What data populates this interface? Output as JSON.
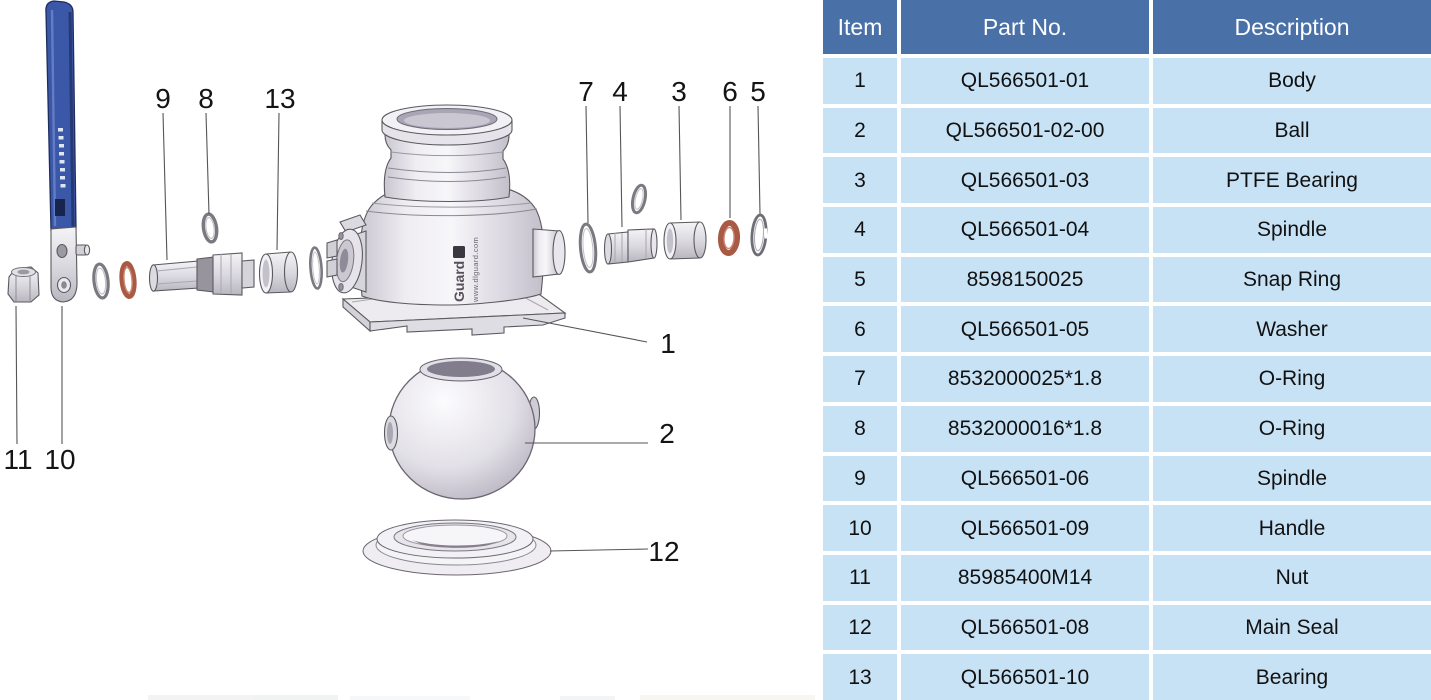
{
  "parts_table": {
    "headers": [
      "Item",
      "Part No.",
      "Description"
    ],
    "rows": [
      [
        "1",
        "QL566501-01",
        "Body"
      ],
      [
        "2",
        "QL566501-02-00",
        "Ball"
      ],
      [
        "3",
        "QL566501-03",
        "PTFE Bearing"
      ],
      [
        "4",
        "QL566501-04",
        "Spindle"
      ],
      [
        "5",
        "8598150025",
        "Snap Ring"
      ],
      [
        "6",
        "QL566501-05",
        "Washer"
      ],
      [
        "7",
        "8532000025*1.8",
        "O-Ring"
      ],
      [
        "8",
        "8532000016*1.8",
        "O-Ring"
      ],
      [
        "9",
        "QL566501-06",
        "Spindle"
      ],
      [
        "10",
        "QL566501-09",
        "Handle"
      ],
      [
        "11",
        "85985400M14",
        "Nut"
      ],
      [
        "12",
        "QL566501-08",
        "Main Seal"
      ],
      [
        "13",
        "QL566501-10",
        "Bearing"
      ]
    ]
  },
  "diagram": {
    "callouts": [
      "1",
      "2",
      "3",
      "4",
      "5",
      "6",
      "7",
      "8",
      "9",
      "10",
      "11",
      "12",
      "13"
    ],
    "body_logo": "Guard",
    "body_url": "www.dlguard.com"
  },
  "colors": {
    "header_bg": "#4A70A8",
    "row_bg": "#C8E2F5",
    "header_text": "#FFFFFF",
    "cell_text": "#111111",
    "handle_blue": "#3A57A8",
    "washer_red": "#A85A45"
  }
}
